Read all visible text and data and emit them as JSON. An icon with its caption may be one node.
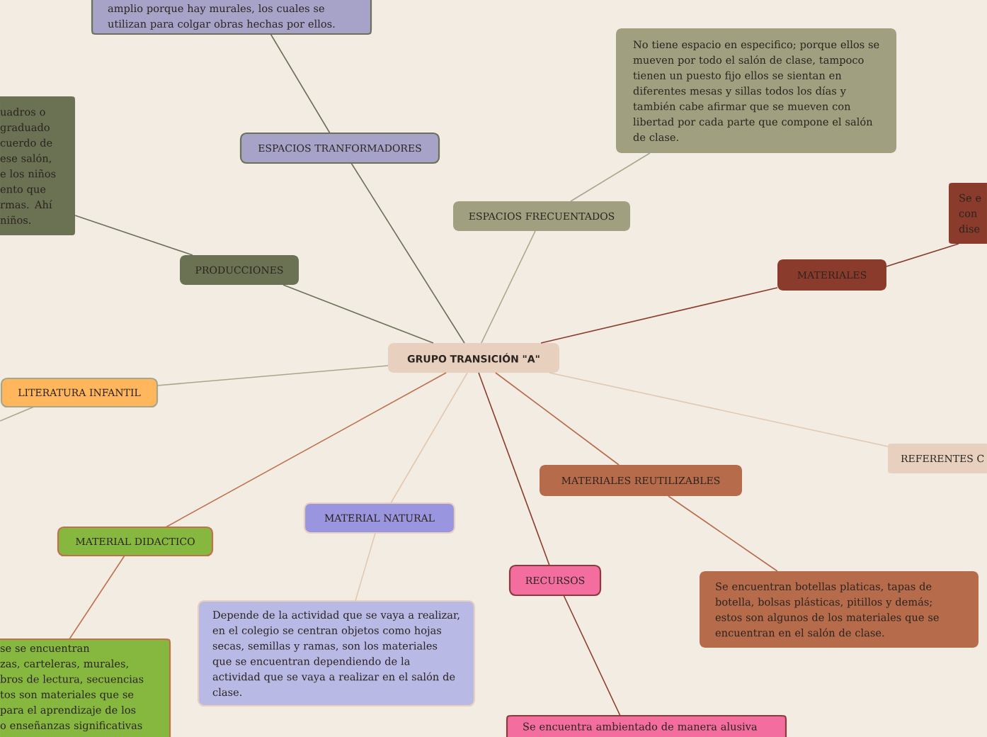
{
  "diagram": {
    "nodes": [
      {
        "text": [
          "GRUPO TRANSICIÓN \"A\""
        ]
      },
      {
        "text": [
          "ESPACIOS TRANFORMADORES"
        ]
      },
      {
        "text": [
          "amplio porque hay murales, los cuales se utilizan para colgar obras hechas por ellos."
        ]
      },
      {
        "text": [
          "PRODUCCIONES"
        ]
      },
      {
        "text": [
          "uadros o",
          "graduado",
          "cuerdo de",
          "ese salón,",
          "e los niños",
          "ento que",
          "rmas. Ahí",
          "niños."
        ]
      },
      {
        "text": [
          "ESPACIOS FRECUENTADOS"
        ]
      },
      {
        "text": [
          "No tiene espacio en especifico; porque ellos se mueven por todo el salón de clase, tampoco tienen un puesto fijo ellos se sientan en diferentes mesas y sillas todos los días y también cabe afirmar que se mueven con libertad por cada parte que compone el salón de clase."
        ]
      },
      {
        "text": [
          "MATERIALES"
        ]
      },
      {
        "text": [
          "Se e",
          "con",
          "dise"
        ]
      },
      {
        "text": [
          "LITERATURA INFANTIL"
        ]
      },
      {
        "text": [
          "MATERIAL DIDACTICO"
        ]
      },
      {
        "text": [
          "se se encuentran",
          "zas, carteleras, murales,",
          "bros de lectura, secuencias",
          "tos son materiales que se",
          "para el aprendizaje de los",
          "o enseñanzas significativas"
        ]
      },
      {
        "text": [
          "MATERIAL NATURAL"
        ]
      },
      {
        "text": [
          "Depende de la actividad que se vaya a realizar, en el colegio se centran objetos como hojas secas, semillas y ramas, son los materiales que se encuentran dependiendo de la actividad que se vaya a realizar en el salón de clase."
        ]
      },
      {
        "text": [
          "RECURSOS"
        ]
      },
      {
        "text": [
          "Se encuentra ambientado de manera alusiva"
        ]
      },
      {
        "text": [
          "MATERIALES REUTILIZABLES"
        ]
      },
      {
        "text": [
          "Se encuentran botellas platicas, tapas de botella, bolsas plásticas, pitillos y demás; estos son algunos de los materiales que se encuentran en el salón de clase."
        ]
      },
      {
        "text": [
          "REFERENTES C"
        ]
      }
    ],
    "edges": [
      {
        "from": 0,
        "to": 1,
        "arrow": "none",
        "color": "#6b7157"
      },
      {
        "from": 1,
        "to": 2,
        "arrow": "none",
        "color": "#6b7157"
      },
      {
        "from": 0,
        "to": 3,
        "arrow": "none",
        "color": "#6b7157"
      },
      {
        "from": 3,
        "to": 4,
        "arrow": "none",
        "color": "#6b7157"
      },
      {
        "from": 0,
        "to": 5,
        "arrow": "none",
        "color": "#a8a68a"
      },
      {
        "from": 5,
        "to": 6,
        "arrow": "none",
        "color": "#a8a68a"
      },
      {
        "from": 0,
        "to": 7,
        "arrow": "none",
        "color": "#8b3b2c"
      },
      {
        "from": 7,
        "to": 8,
        "arrow": "none",
        "color": "#8b3b2c"
      },
      {
        "from": 0,
        "to": 9,
        "arrow": "none",
        "color": "#a8a68a"
      },
      {
        "from": 9,
        "to": null,
        "arrow": "none",
        "color": "#a8a68a"
      },
      {
        "from": 0,
        "to": 10,
        "arrow": "none",
        "color": "#c0714b"
      },
      {
        "from": 10,
        "to": 11,
        "arrow": "none",
        "color": "#c0714b"
      },
      {
        "from": 0,
        "to": 12,
        "arrow": "none",
        "color": "#e3c8b0"
      },
      {
        "from": 12,
        "to": 13,
        "arrow": "none",
        "color": "#e3c8b0"
      },
      {
        "from": 0,
        "to": 14,
        "arrow": "none",
        "color": "#8b3b2c"
      },
      {
        "from": 14,
        "to": 15,
        "arrow": "none",
        "color": "#8b3b2c"
      },
      {
        "from": 0,
        "to": 16,
        "arrow": "none",
        "color": "#b66b4b"
      },
      {
        "from": 16,
        "to": 17,
        "arrow": "none",
        "color": "#b66b4b"
      },
      {
        "from": 0,
        "to": 18,
        "arrow": "none",
        "color": "#e3c8b0"
      }
    ]
  }
}
